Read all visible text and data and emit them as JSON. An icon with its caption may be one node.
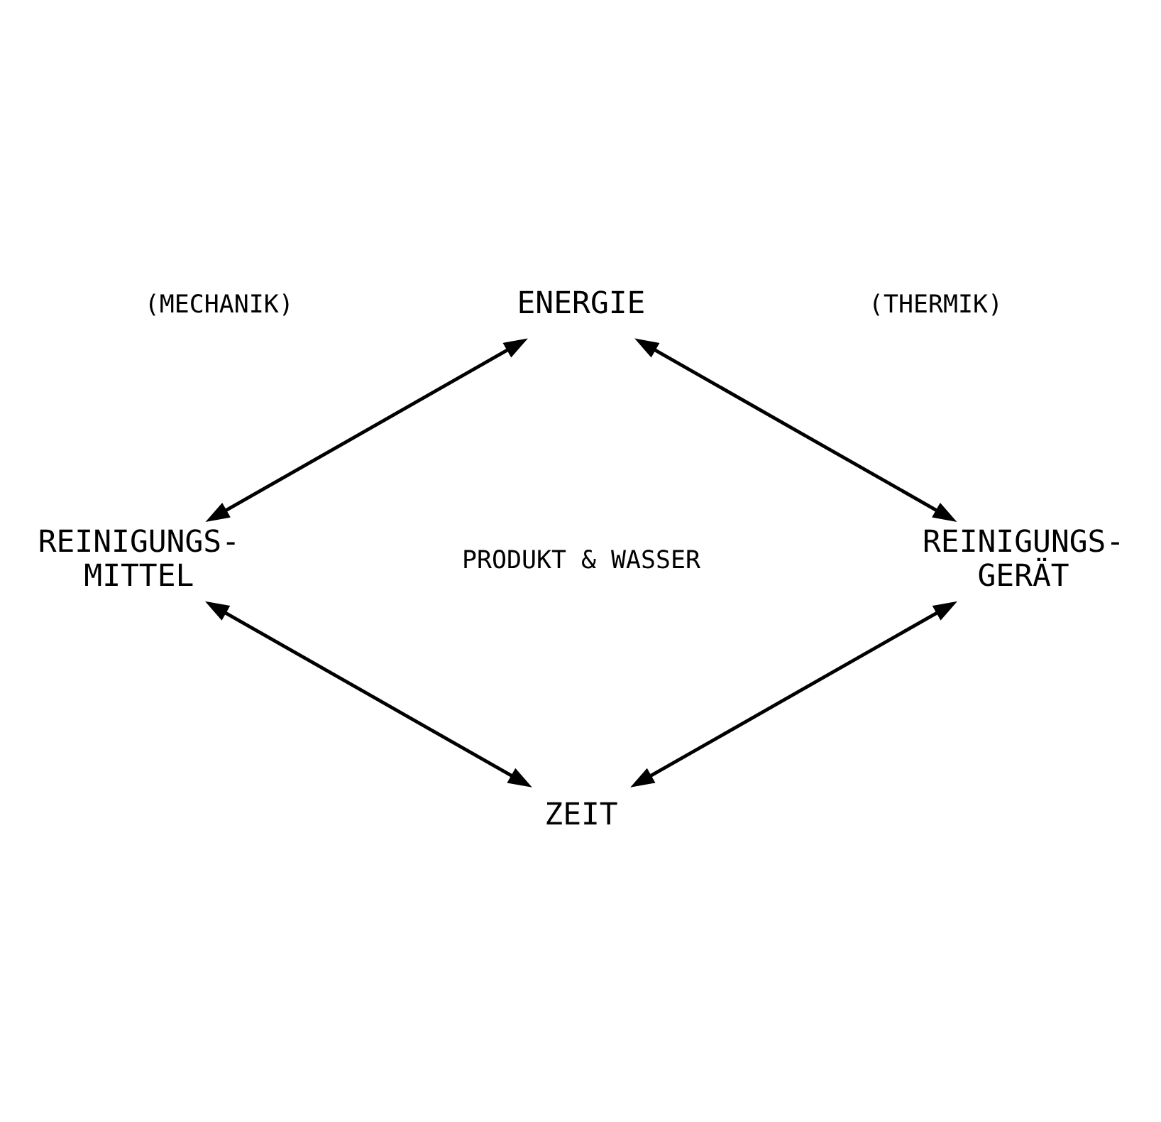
{
  "diagram": {
    "nodes": [
      {
        "text": [
          "ENERGIE"
        ]
      },
      {
        "text": [
          "REINIGUNGS- MITTEL"
        ]
      },
      {
        "text": [
          "REINIGUNGS- GERÄT"
        ]
      },
      {
        "text": [
          "ZEIT"
        ]
      }
    ],
    "edges": [
      {
        "from": 0,
        "to": 1,
        "arrow": "both"
      },
      {
        "from": 0,
        "to": 2,
        "arrow": "both"
      },
      {
        "from": 1,
        "to": 3,
        "arrow": "both"
      },
      {
        "from": 2,
        "to": 3,
        "arrow": "both"
      }
    ],
    "labels": [
      "(MECHANIK)",
      "(THERMIK)",
      "PRODUKT & WASSER"
    ]
  }
}
